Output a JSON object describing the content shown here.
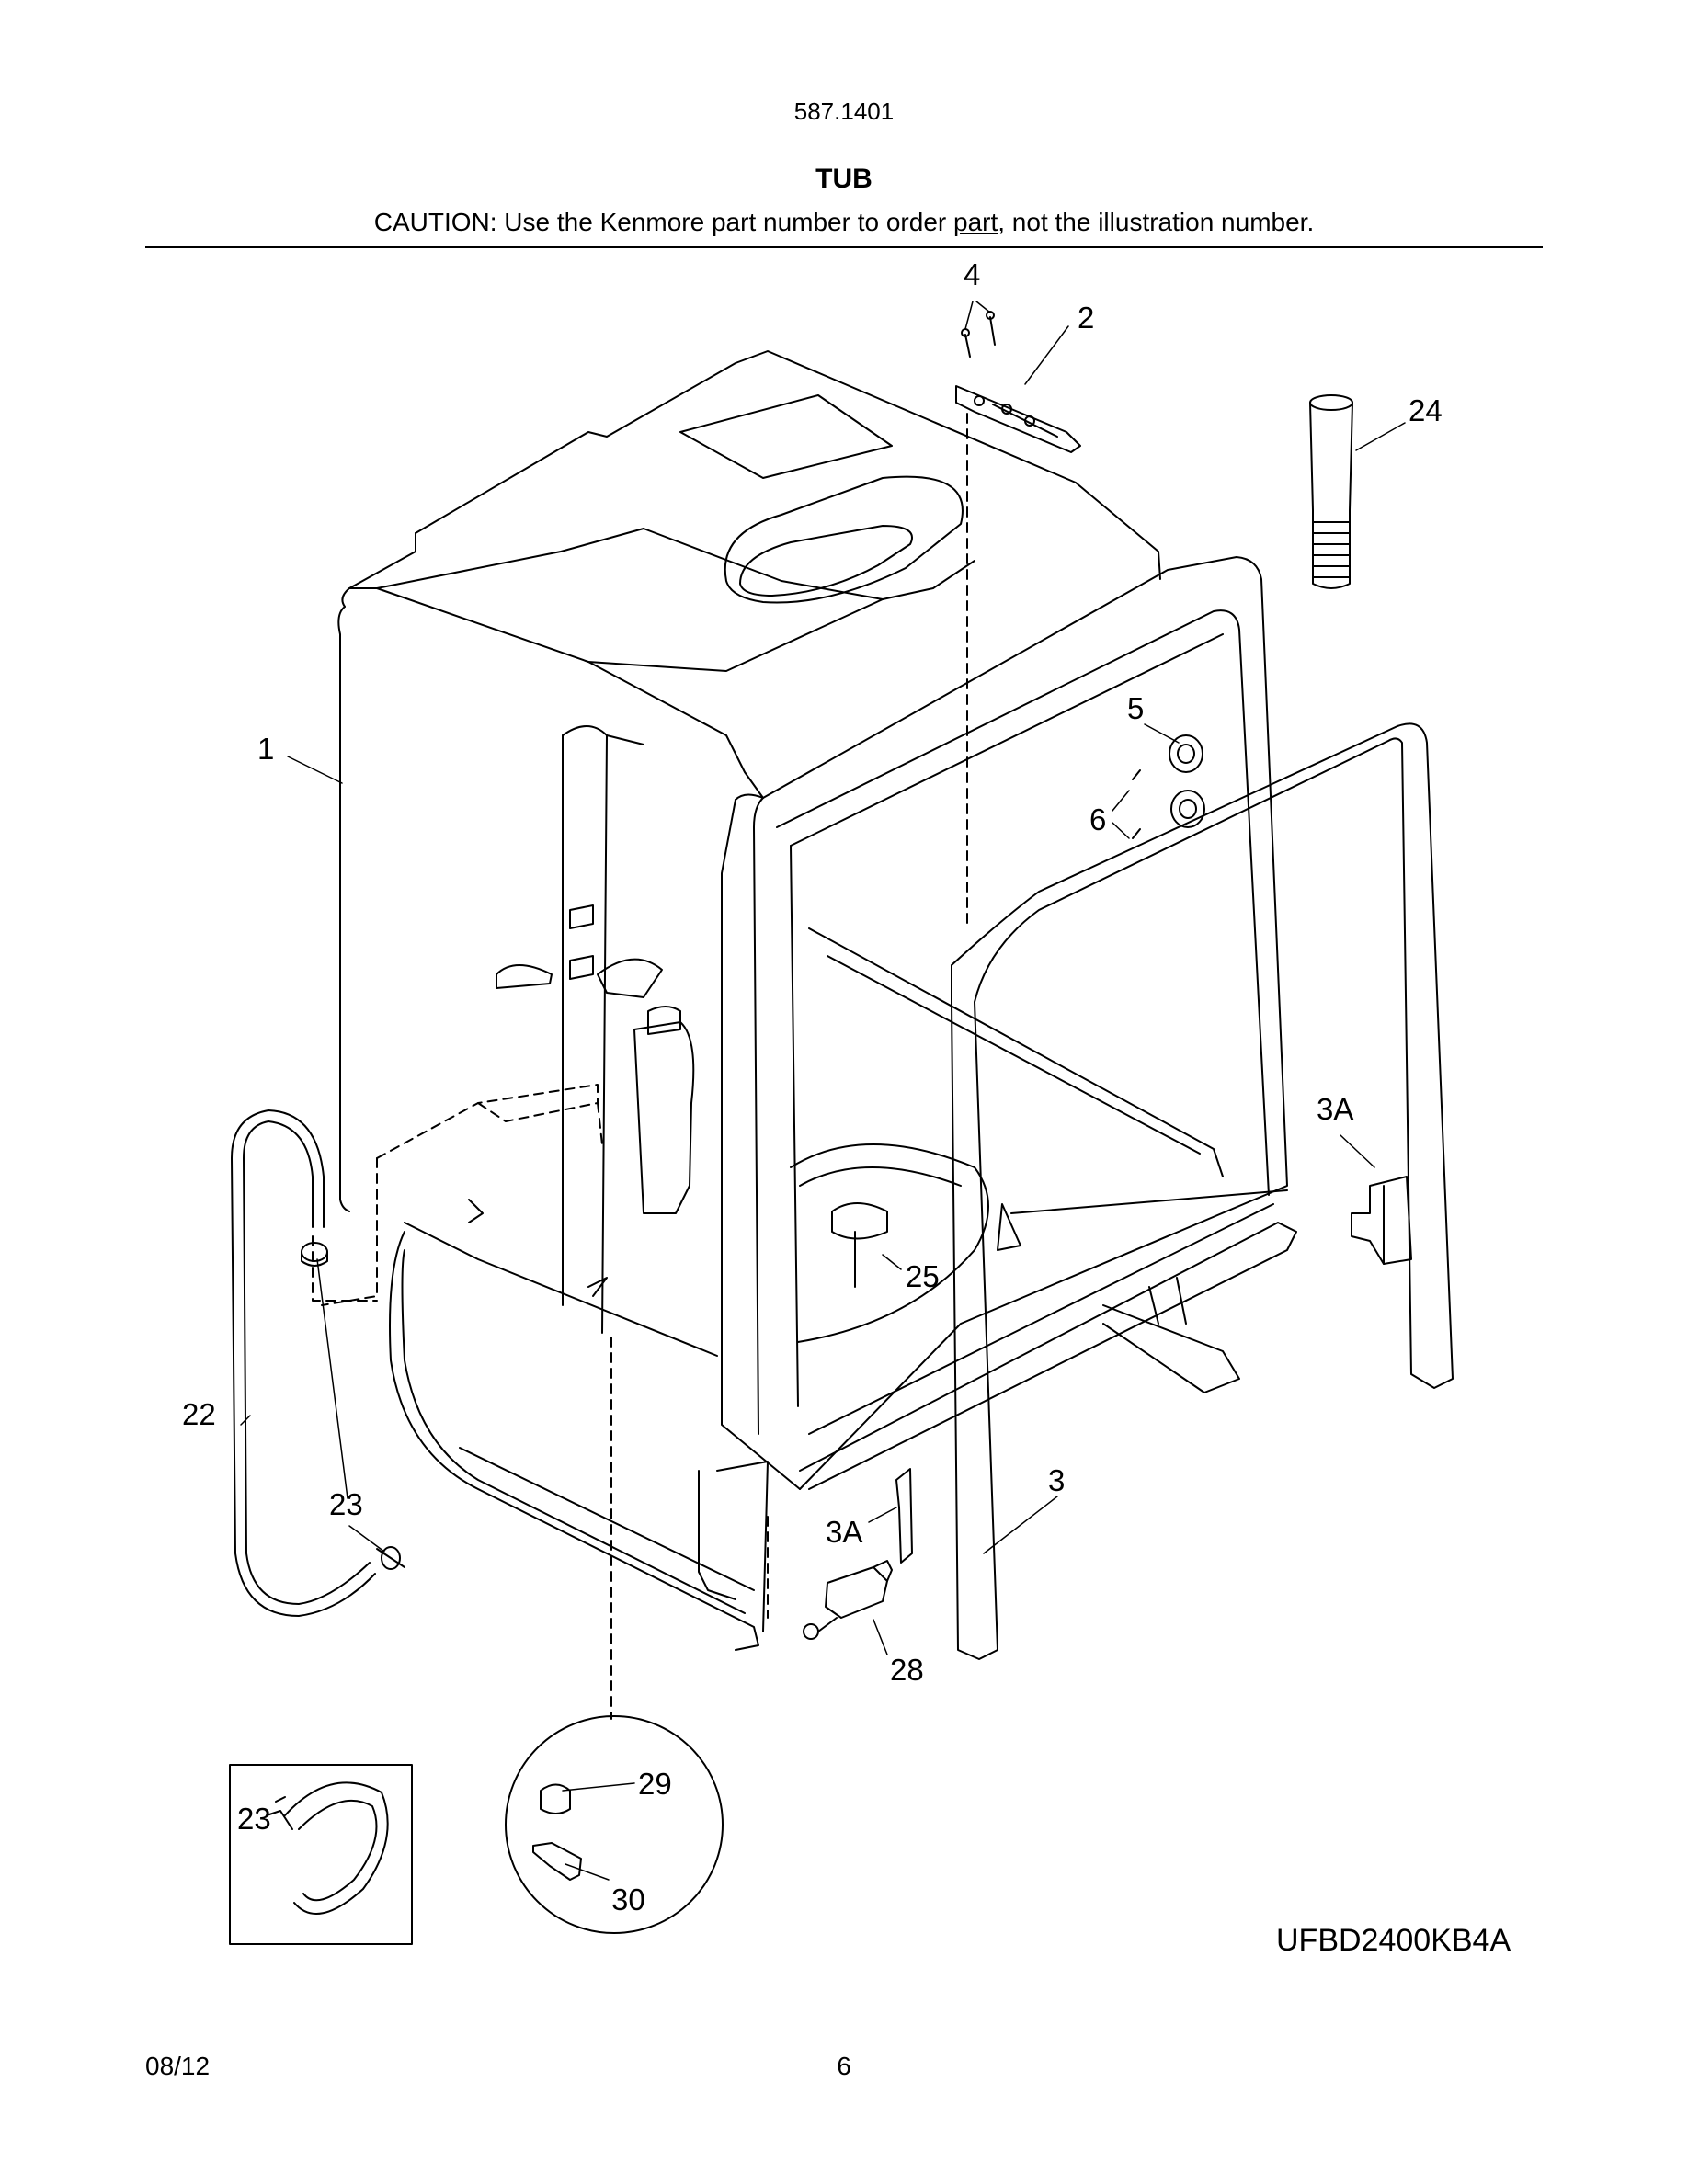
{
  "header": {
    "model_code": "587.1401",
    "title": "TUB",
    "caution_before": "CAUTION: Use the Kenmore part number to order ",
    "caution_underlined": "part",
    "caution_after": ", not the illustration number."
  },
  "callouts": {
    "c1": "1",
    "c2": "2",
    "c3": "3",
    "c3a_right": "3A",
    "c3a_lower": "3A",
    "c4": "4",
    "c5": "5",
    "c6": "6",
    "c22": "22",
    "c23": "23",
    "c23_inset": "23",
    "c24": "24",
    "c25": "25",
    "c28": "28",
    "c29": "29",
    "c30": "30"
  },
  "diagram_id": "UFBD2400KB4A",
  "footer": {
    "date": "08/12",
    "page": "6"
  }
}
